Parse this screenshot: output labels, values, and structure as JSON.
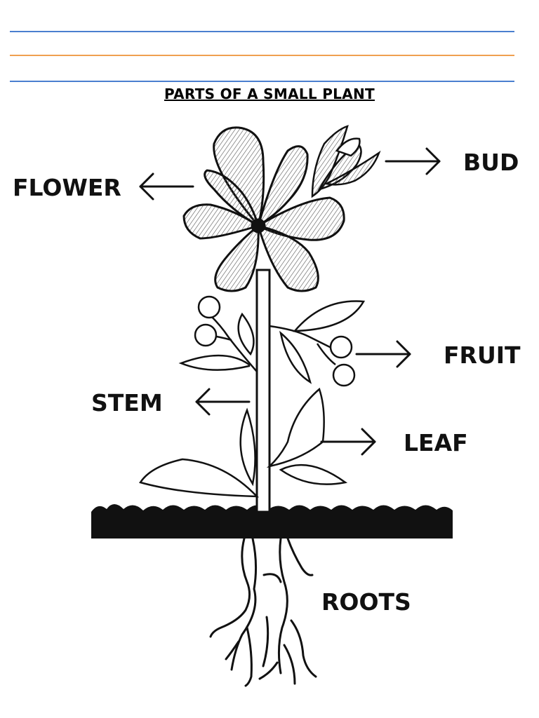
{
  "title": "PARTS OF A SMALL  PLANT",
  "labels": {
    "flower": "FLOWER",
    "bud": "BUD",
    "fruit": "FRUIT",
    "stem": "STEM",
    "leaf": "LEAF",
    "roots": "ROOTS"
  },
  "colors": {
    "rule_blue": "#4a7fcf",
    "rule_orange": "#f0a050",
    "ink": "#111111"
  }
}
